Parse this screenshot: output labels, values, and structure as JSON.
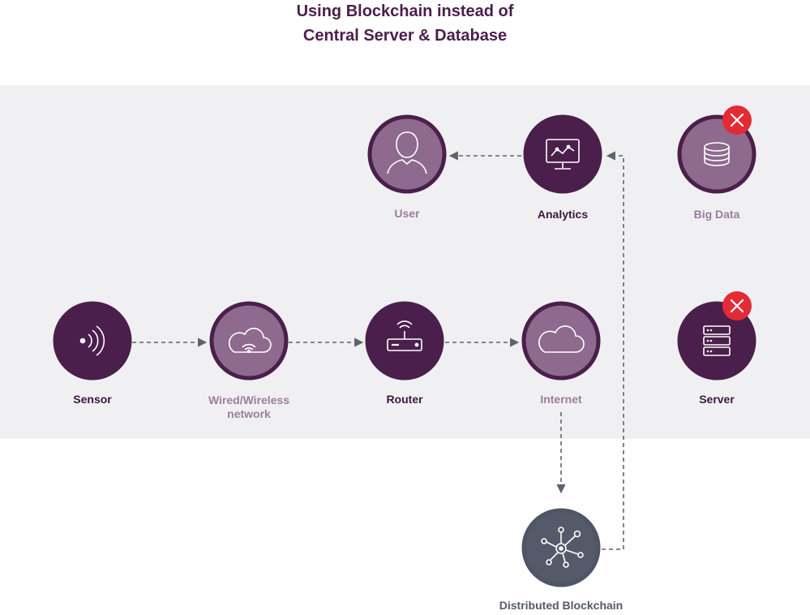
{
  "title": {
    "line1": "Using Blockchain instead of",
    "line2": "Central Server & Database"
  },
  "colors": {
    "band": "#f0f0f2",
    "node_dark": "#4a1f4b",
    "node_light": "#8d6a8e",
    "node_grey": "#545a6a",
    "ring": "#4a1f4b",
    "ring_grey": "#545a6a",
    "arrow": "#5d6470",
    "x_badge": "#e32b36"
  },
  "nodes": {
    "user": {
      "label": "User",
      "icon": "user-icon"
    },
    "analytics": {
      "label": "Analytics",
      "icon": "analytics-monitor-icon"
    },
    "big_data": {
      "label": "Big Data",
      "icon": "database-icon",
      "crossed_out": true
    },
    "sensor": {
      "label": "Sensor",
      "icon": "sensor-signal-icon"
    },
    "network": {
      "label_line1": "Wired/Wireless",
      "label_line2": "network",
      "icon": "wifi-cloud-icon"
    },
    "router": {
      "label": "Router",
      "icon": "router-icon"
    },
    "internet": {
      "label": "Internet",
      "icon": "cloud-icon"
    },
    "server": {
      "label": "Server",
      "icon": "server-rack-icon",
      "crossed_out": true
    },
    "blockchain": {
      "label": "Distributed Blockchain",
      "icon": "blockchain-network-icon"
    }
  }
}
